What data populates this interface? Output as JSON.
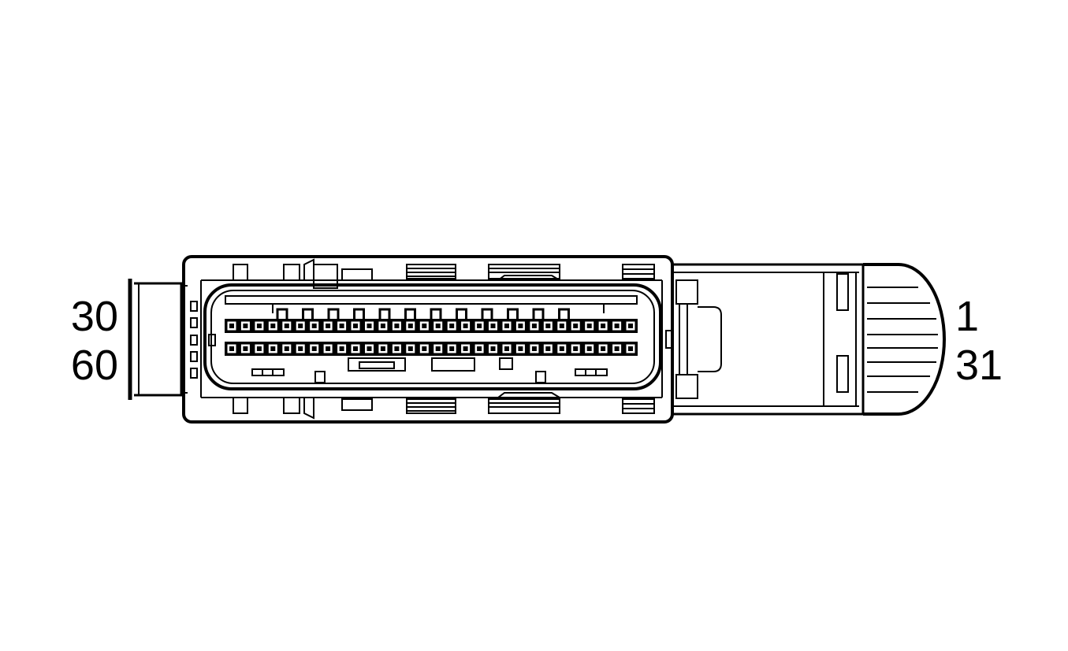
{
  "pin_labels": {
    "top_left": "30",
    "bottom_left": "60",
    "top_right": "1",
    "bottom_right": "31"
  },
  "connector": {
    "row_count": 2,
    "pins_per_row": 30,
    "line_color": "#000000",
    "background_color": "#ffffff"
  }
}
